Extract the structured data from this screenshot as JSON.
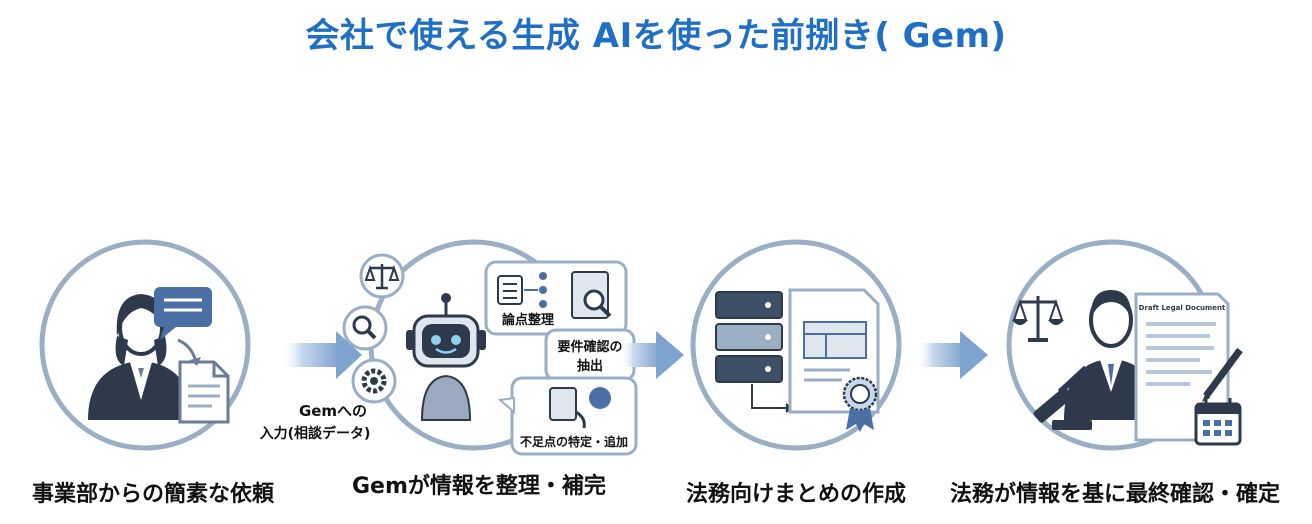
{
  "title": "会社で使える生成 AIを使った前捌き( Gem)",
  "steps": [
    {
      "caption": "事業部からの簡素な依頼"
    },
    {
      "caption": "Gemが情報を整理・補完"
    },
    {
      "caption": "法務向けまとめの作成"
    },
    {
      "caption": "法務が情報を基に最終確認・確定"
    }
  ],
  "labels": {
    "gem_input_1": "Gemへの",
    "gem_input_2": "入力(相談データ)",
    "issue_org": "論点整理",
    "req_1": "要件確認の",
    "req_2": "抽出",
    "gap": "不足点の特定・追加",
    "doc_title": "Draft Legal Document"
  },
  "colors": {
    "title": "#1f6fc5",
    "circle_stroke": "#9aafc4",
    "arrow": "#8fb0d6",
    "icon_dark": "#2e3a4b",
    "accent_blue": "#4a6fa5"
  },
  "icons": [
    "person-icon",
    "chat-bubble-icon",
    "document-icon",
    "scales-icon",
    "magnifier-icon",
    "gear-icon",
    "robot-icon",
    "server-icon",
    "certificate-icon",
    "gavel-icon",
    "pen-icon",
    "calendar-icon"
  ]
}
